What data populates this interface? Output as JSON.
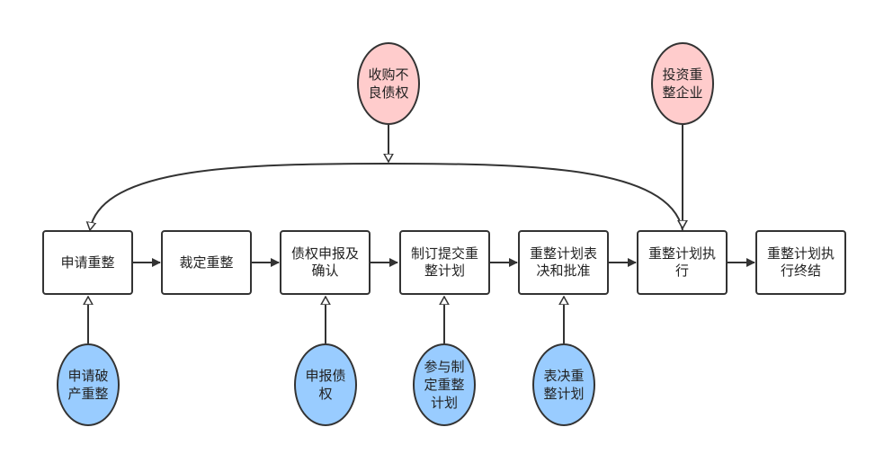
{
  "colors": {
    "stroke": "#333333",
    "actor_top": "#ffcccc",
    "actor_bottom": "#99ccff",
    "box_fill": "#ffffff"
  },
  "process_steps": [
    {
      "id": "step-1",
      "lines": [
        "申请重整"
      ]
    },
    {
      "id": "step-2",
      "lines": [
        "裁定重整"
      ]
    },
    {
      "id": "step-3",
      "lines": [
        "债权申报及",
        "确认"
      ]
    },
    {
      "id": "step-4",
      "lines": [
        "制订提交重",
        "整计划"
      ]
    },
    {
      "id": "step-5",
      "lines": [
        "重整计划表",
        "决和批准"
      ]
    },
    {
      "id": "step-6",
      "lines": [
        "重整计划执",
        "行"
      ]
    },
    {
      "id": "step-7",
      "lines": [
        "重整计划执",
        "行终结"
      ]
    }
  ],
  "top_nodes": [
    {
      "id": "top-1",
      "lines": [
        "收购不",
        "良债权"
      ]
    },
    {
      "id": "top-2",
      "lines": [
        "投资重",
        "整企业"
      ]
    }
  ],
  "bottom_nodes": [
    {
      "id": "bottom-1",
      "lines": [
        "申请破",
        "产重整"
      ]
    },
    {
      "id": "bottom-2",
      "lines": [
        "申报债",
        "权"
      ]
    },
    {
      "id": "bottom-3",
      "lines": [
        "参与制",
        "定重整",
        "计划"
      ]
    },
    {
      "id": "bottom-4",
      "lines": [
        "表决重",
        "整计划"
      ]
    }
  ]
}
